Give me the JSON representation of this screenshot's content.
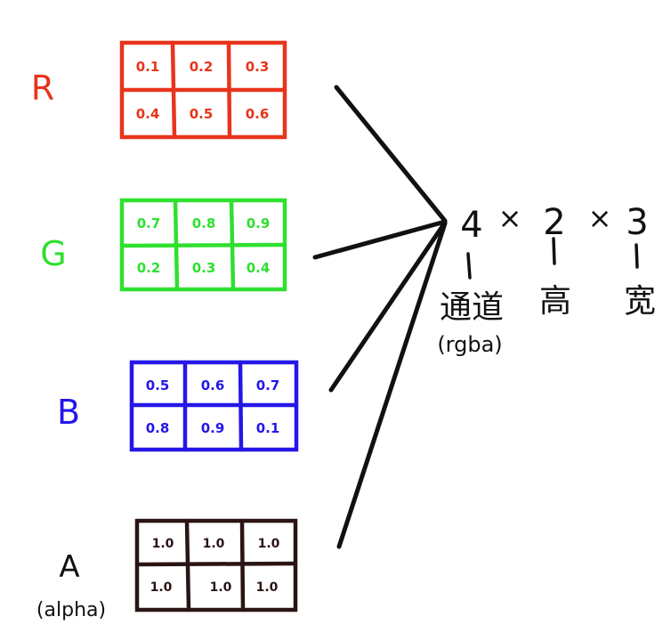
{
  "colors": {
    "red": "#e8341c",
    "green": "#2fe02f",
    "blue": "#2417e8",
    "alpha": "#2a1414",
    "ink": "#111111"
  },
  "channels": [
    {
      "label": "R",
      "color": "#e8341c",
      "cells": [
        "0.1",
        "0.2",
        "0.3",
        "0.4",
        "0.5",
        "0.6"
      ]
    },
    {
      "label": "G",
      "color": "#2fe02f",
      "cells": [
        "0.7",
        "0.8",
        "0.9",
        "0.2",
        "0.3",
        "0.4"
      ]
    },
    {
      "label": "B",
      "color": "#2417e8",
      "cells": [
        "0.5",
        "0.6",
        "0.7",
        "0.8",
        "0.9",
        "0.1"
      ]
    },
    {
      "label": "A",
      "sublabel": "(alpha)",
      "color": "#2a1414",
      "cells": [
        "1.0",
        "1.0",
        "1.0",
        "1.0",
        "1.0",
        "1.0"
      ]
    }
  ],
  "dimensions": {
    "channels_value": "4",
    "height_value": "2",
    "width_value": "3",
    "times": "×",
    "channels_label": "通道",
    "channels_sublabel": "(rgba)",
    "height_label": "高",
    "width_label": "宽"
  }
}
